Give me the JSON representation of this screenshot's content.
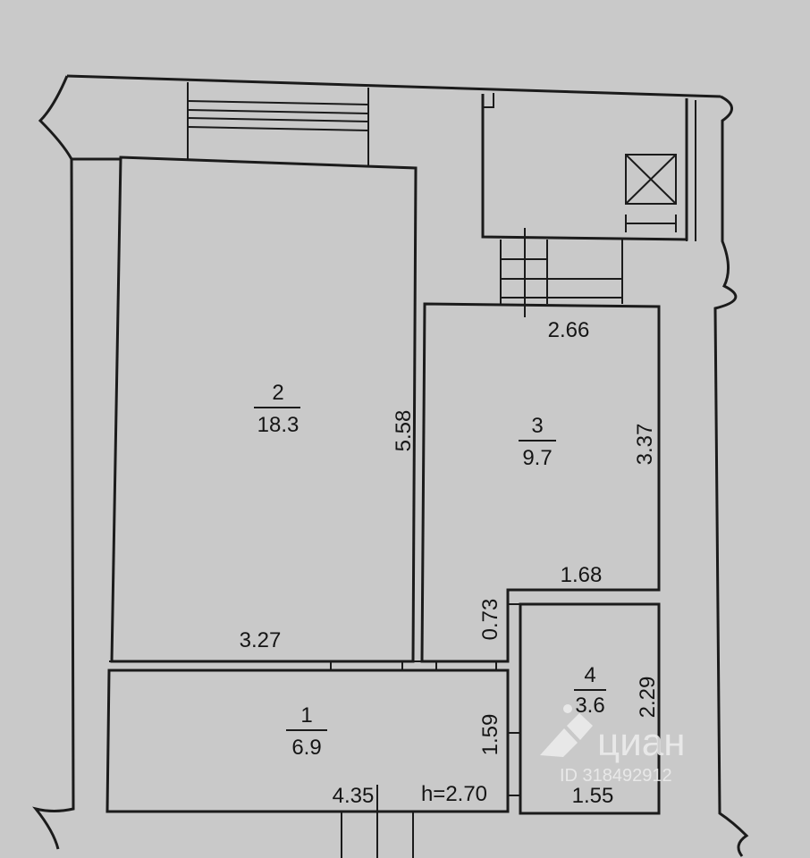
{
  "rooms": [
    {
      "number": "1",
      "area": "6.9"
    },
    {
      "number": "2",
      "area": "18.3"
    },
    {
      "number": "3",
      "area": "9.7"
    },
    {
      "number": "4",
      "area": "3.6"
    }
  ],
  "dimensions": {
    "room2_height": "5.58",
    "room2_width": "3.27",
    "room3_top": "2.66",
    "room3_right": "3.37",
    "room3_notch_width": "1.68",
    "room3_notch_height": "0.73",
    "room4_height": "2.29",
    "room4_width": "1.55",
    "room1_height": "1.59",
    "room1_width": "4.35"
  },
  "ceiling_height": "h=2.70",
  "watermark": {
    "brand": "циан",
    "id": "ID 318492912"
  },
  "colors": {
    "paper": "#c9c9c9",
    "ink": "#1b1b1b",
    "watermark": "#eeeeee"
  }
}
